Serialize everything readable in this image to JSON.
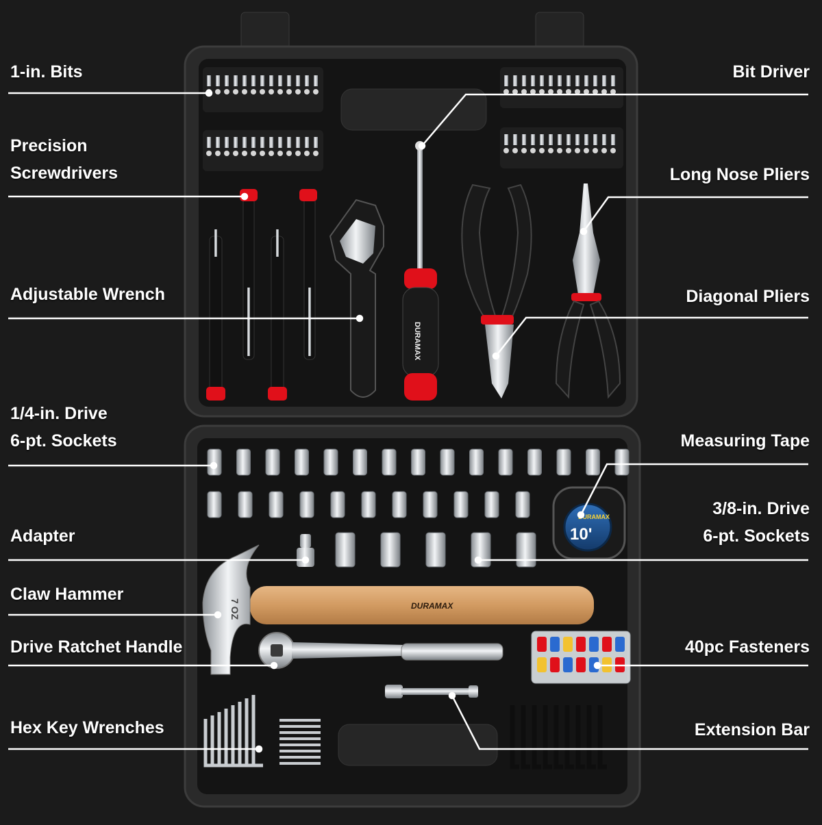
{
  "colors": {
    "background": "#1b1b1b",
    "case": "#2b2b2b",
    "tray": "#141414",
    "accent_red": "#e0101a",
    "chrome": "#c9cdd1",
    "wood": "#d8a570",
    "callout_line": "#ffffff",
    "label_text": "#ffffff"
  },
  "brand": {
    "logo_text": "DURAMAX"
  },
  "tape": {
    "length_label": "10'"
  },
  "hammer": {
    "head_marking": "7 OZ"
  },
  "callouts": {
    "bits_1in": {
      "text": "1-in. Bits",
      "icon": "bit-icon"
    },
    "precision_screwdrivers": {
      "line1": "Precision",
      "line2": "Screwdrivers",
      "icon": "screwdriver-icon"
    },
    "adjustable_wrench": {
      "text": "Adjustable Wrench",
      "icon": "wrench-icon"
    },
    "sockets_quarter": {
      "line1": "1/4-in. Drive",
      "line2": "6-pt. Sockets",
      "icon": "socket-icon"
    },
    "adapter": {
      "text": "Adapter",
      "icon": "adapter-icon"
    },
    "claw_hammer": {
      "text": "Claw Hammer",
      "icon": "hammer-icon"
    },
    "ratchet": {
      "text": "Drive Ratchet Handle",
      "icon": "ratchet-icon"
    },
    "hex_keys": {
      "text": "Hex Key Wrenches",
      "icon": "hex-key-icon"
    },
    "bit_driver": {
      "text": "Bit Driver",
      "icon": "bit-driver-icon"
    },
    "long_nose_pliers": {
      "text": "Long Nose Pliers",
      "icon": "pliers-icon"
    },
    "diagonal_pliers": {
      "text": "Diagonal Pliers",
      "icon": "cutter-icon"
    },
    "measuring_tape": {
      "text": "Measuring Tape",
      "icon": "tape-measure-icon"
    },
    "sockets_3_8": {
      "line1": "3/8-in. Drive",
      "line2": "6-pt. Sockets",
      "icon": "socket-icon"
    },
    "fasteners": {
      "text": "40pc Fasteners",
      "icon": "fastener-box-icon"
    },
    "extension_bar": {
      "text": "Extension Bar",
      "icon": "extension-bar-icon"
    }
  }
}
